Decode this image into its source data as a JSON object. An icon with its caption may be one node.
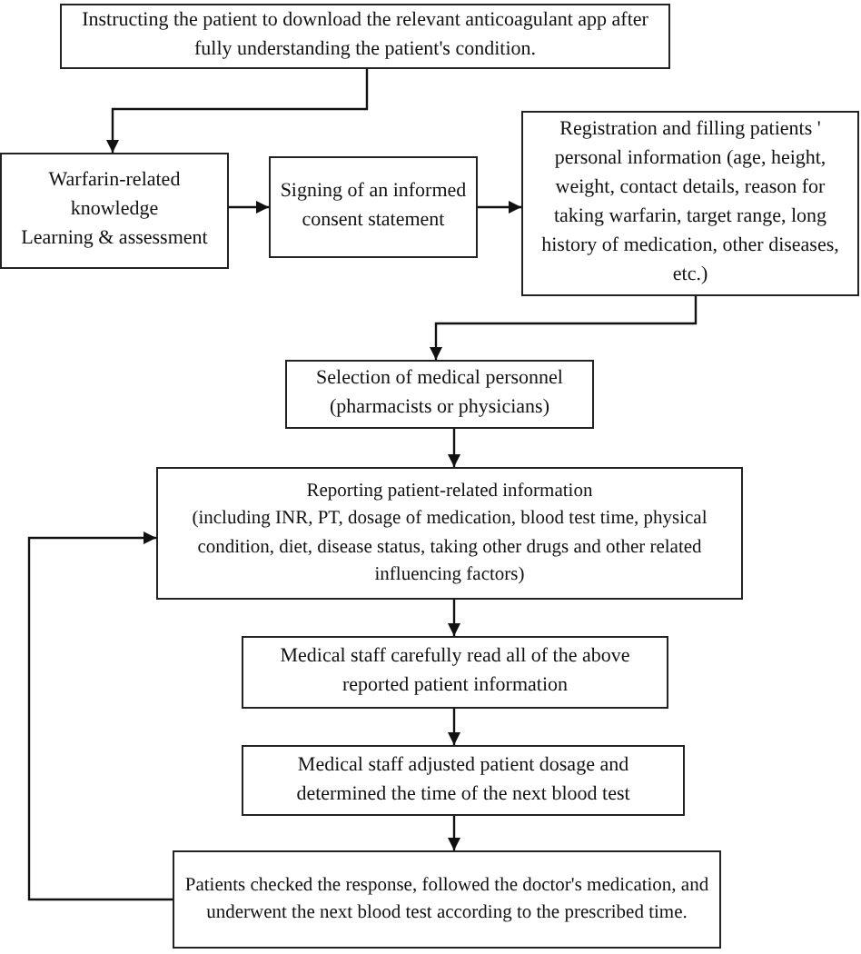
{
  "diagram": {
    "nodes": [
      {
        "text": [
          "Instructing the patient to download the relevant anticoagulant app after fully understanding the patient's condition."
        ]
      },
      {
        "text": [
          "Warfarin-related knowledge",
          "Learning & assessment"
        ]
      },
      {
        "text": [
          "Signing of an informed consent statement"
        ]
      },
      {
        "text": [
          "Registration and filling patients ' personal information (age, height, weight, contact details, reason for taking warfarin, target range, long history of medication, other diseases, etc.)"
        ]
      },
      {
        "text": [
          "Selection of medical personnel (pharmacists or physicians)"
        ]
      },
      {
        "text": [
          "Reporting patient-related information",
          "(including INR, PT, dosage of medication, blood test time, physical condition, diet, disease status, taking other drugs and other related influencing factors)"
        ]
      },
      {
        "text": [
          "Medical staff carefully read all of the above reported patient information"
        ]
      },
      {
        "text": [
          "Medical staff adjusted patient dosage and determined the time of the next blood test"
        ]
      },
      {
        "text": [
          "Patients checked the response, followed the doctor's medication, and underwent the next blood test according to the prescribed time."
        ]
      }
    ],
    "edges": [
      {
        "from": 0,
        "to": 1,
        "arrow": "to"
      },
      {
        "from": 1,
        "to": 2,
        "arrow": "to"
      },
      {
        "from": 2,
        "to": 3,
        "arrow": "to"
      },
      {
        "from": 3,
        "to": 4,
        "arrow": "to"
      },
      {
        "from": 4,
        "to": 5,
        "arrow": "to"
      },
      {
        "from": 5,
        "to": 6,
        "arrow": "to"
      },
      {
        "from": 6,
        "to": 7,
        "arrow": "to"
      },
      {
        "from": 7,
        "to": 8,
        "arrow": "to"
      },
      {
        "from": 8,
        "to": 5,
        "arrow": "to"
      }
    ]
  }
}
